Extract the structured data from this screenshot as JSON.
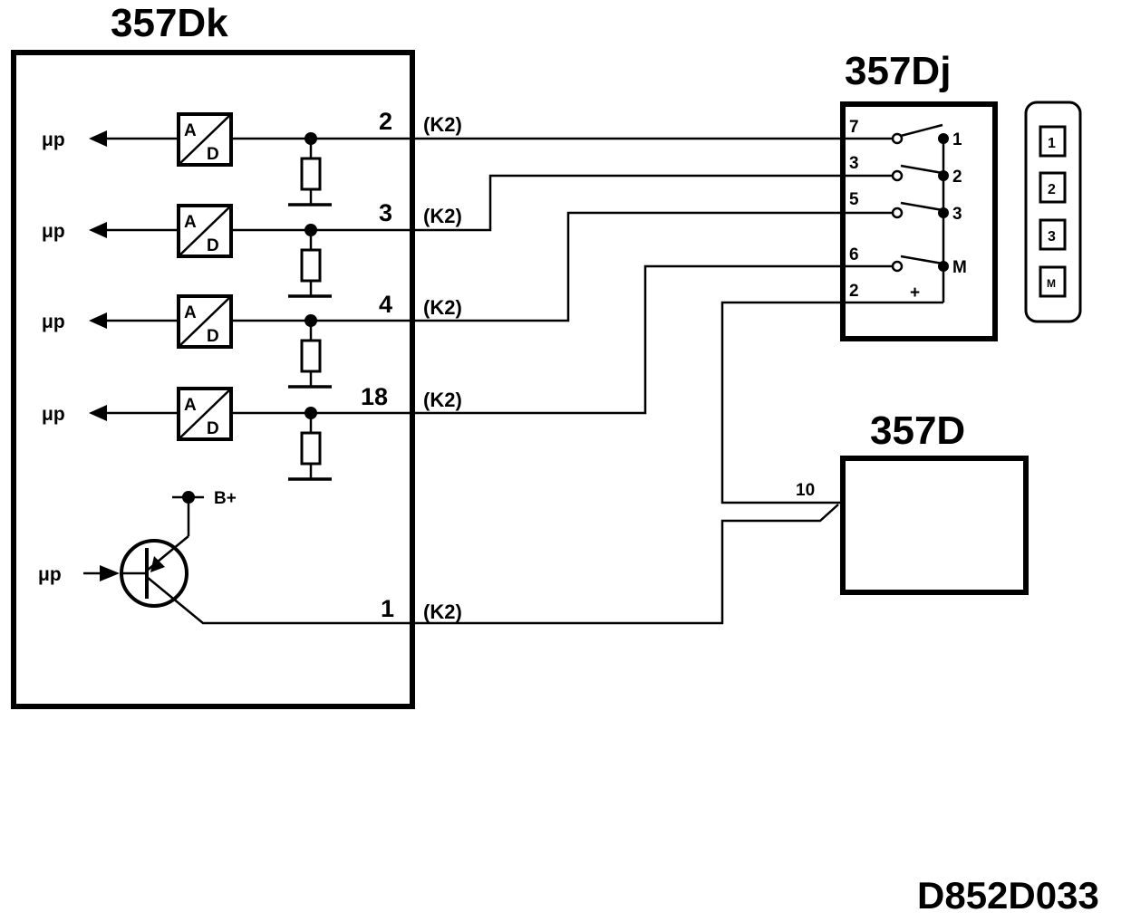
{
  "blocks": {
    "main_unit": "357Dk",
    "switch_unit": "357Dj",
    "device": "357D"
  },
  "channels": [
    {
      "pin": "2",
      "connector": "(K2)",
      "out": "μp",
      "adc_top": "A",
      "adc_bottom": "D"
    },
    {
      "pin": "3",
      "connector": "(K2)",
      "out": "μp",
      "adc_top": "A",
      "adc_bottom": "D"
    },
    {
      "pin": "4",
      "connector": "(K2)",
      "out": "μp",
      "adc_top": "A",
      "adc_bottom": "D"
    },
    {
      "pin": "18",
      "connector": "(K2)",
      "out": "μp",
      "adc_top": "A",
      "adc_bottom": "D"
    }
  ],
  "transistor": {
    "input": "μp",
    "supply": "B+",
    "pin": "1",
    "connector": "(K2)"
  },
  "switch_pins": [
    {
      "left": "7",
      "right": "1"
    },
    {
      "left": "3",
      "right": "2"
    },
    {
      "left": "5",
      "right": "3"
    },
    {
      "left": "6",
      "right": "M"
    }
  ],
  "switch_supply": {
    "left": "2",
    "right": "+"
  },
  "keypad": [
    "1",
    "2",
    "3",
    "M"
  ],
  "device_pin": "10",
  "figure_code": "D852D033"
}
